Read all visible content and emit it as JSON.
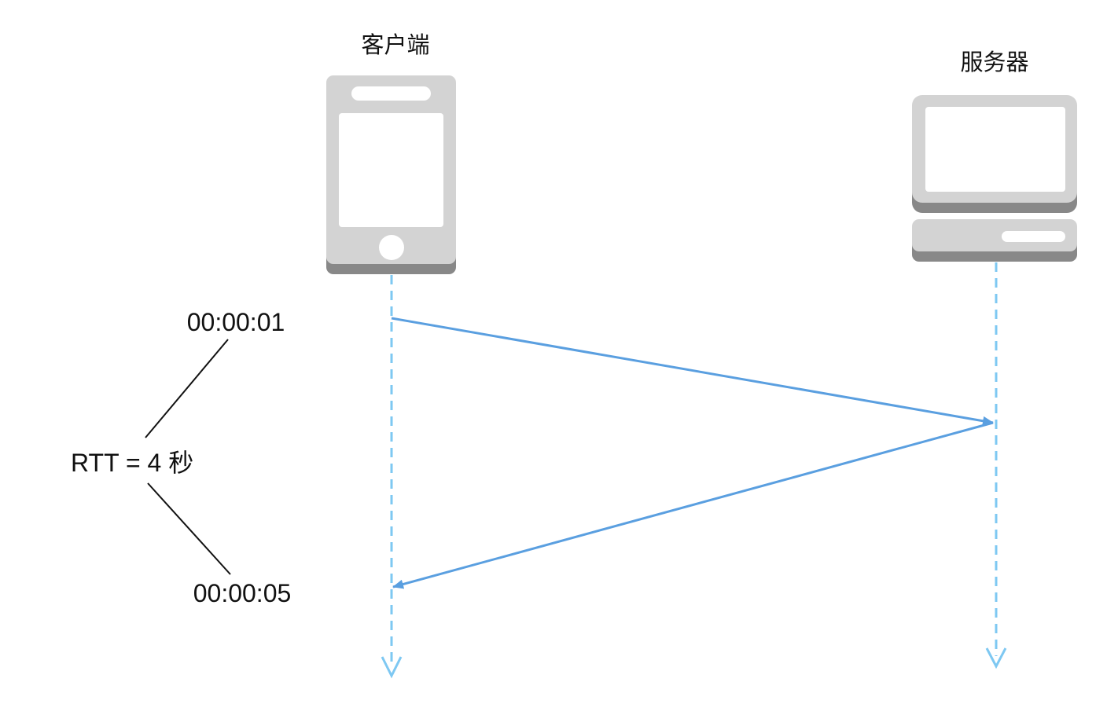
{
  "client": {
    "label": "客户端",
    "icon": "mobile-phone-icon"
  },
  "server": {
    "label": "服务器",
    "icon": "desktop-computer-icon"
  },
  "timestamps": {
    "send_time": "00:00:01",
    "receive_time": "00:00:05"
  },
  "rtt": {
    "label": "RTT = 4 秒"
  },
  "colors": {
    "device_body": "#d3d3d3",
    "device_shadow": "#888888",
    "device_screen": "#ffffff",
    "lifeline": "#7ec8f2",
    "message_arrow": "#5a9fe0",
    "brace_line": "#111111",
    "text": "#111111"
  }
}
